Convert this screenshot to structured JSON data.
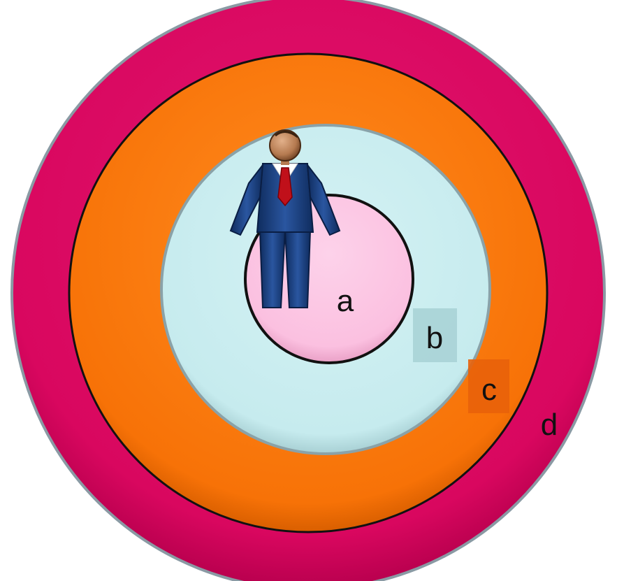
{
  "diagram": {
    "rings": [
      {
        "id": "d",
        "color": "#d9075f"
      },
      {
        "id": "c",
        "color": "#f77207"
      },
      {
        "id": "b",
        "color": "#c8ecee"
      },
      {
        "id": "a",
        "color": "#fbc0e0"
      }
    ],
    "labels": {
      "a": "a",
      "b": "b",
      "c": "c",
      "d": "d"
    },
    "label_box_colors": {
      "b": "#a9d3d6",
      "c": "#e8620a"
    },
    "figure": {
      "icon": "businessman-icon",
      "suit_color": "#1b3f7c",
      "tie_color": "#c0101a"
    }
  }
}
